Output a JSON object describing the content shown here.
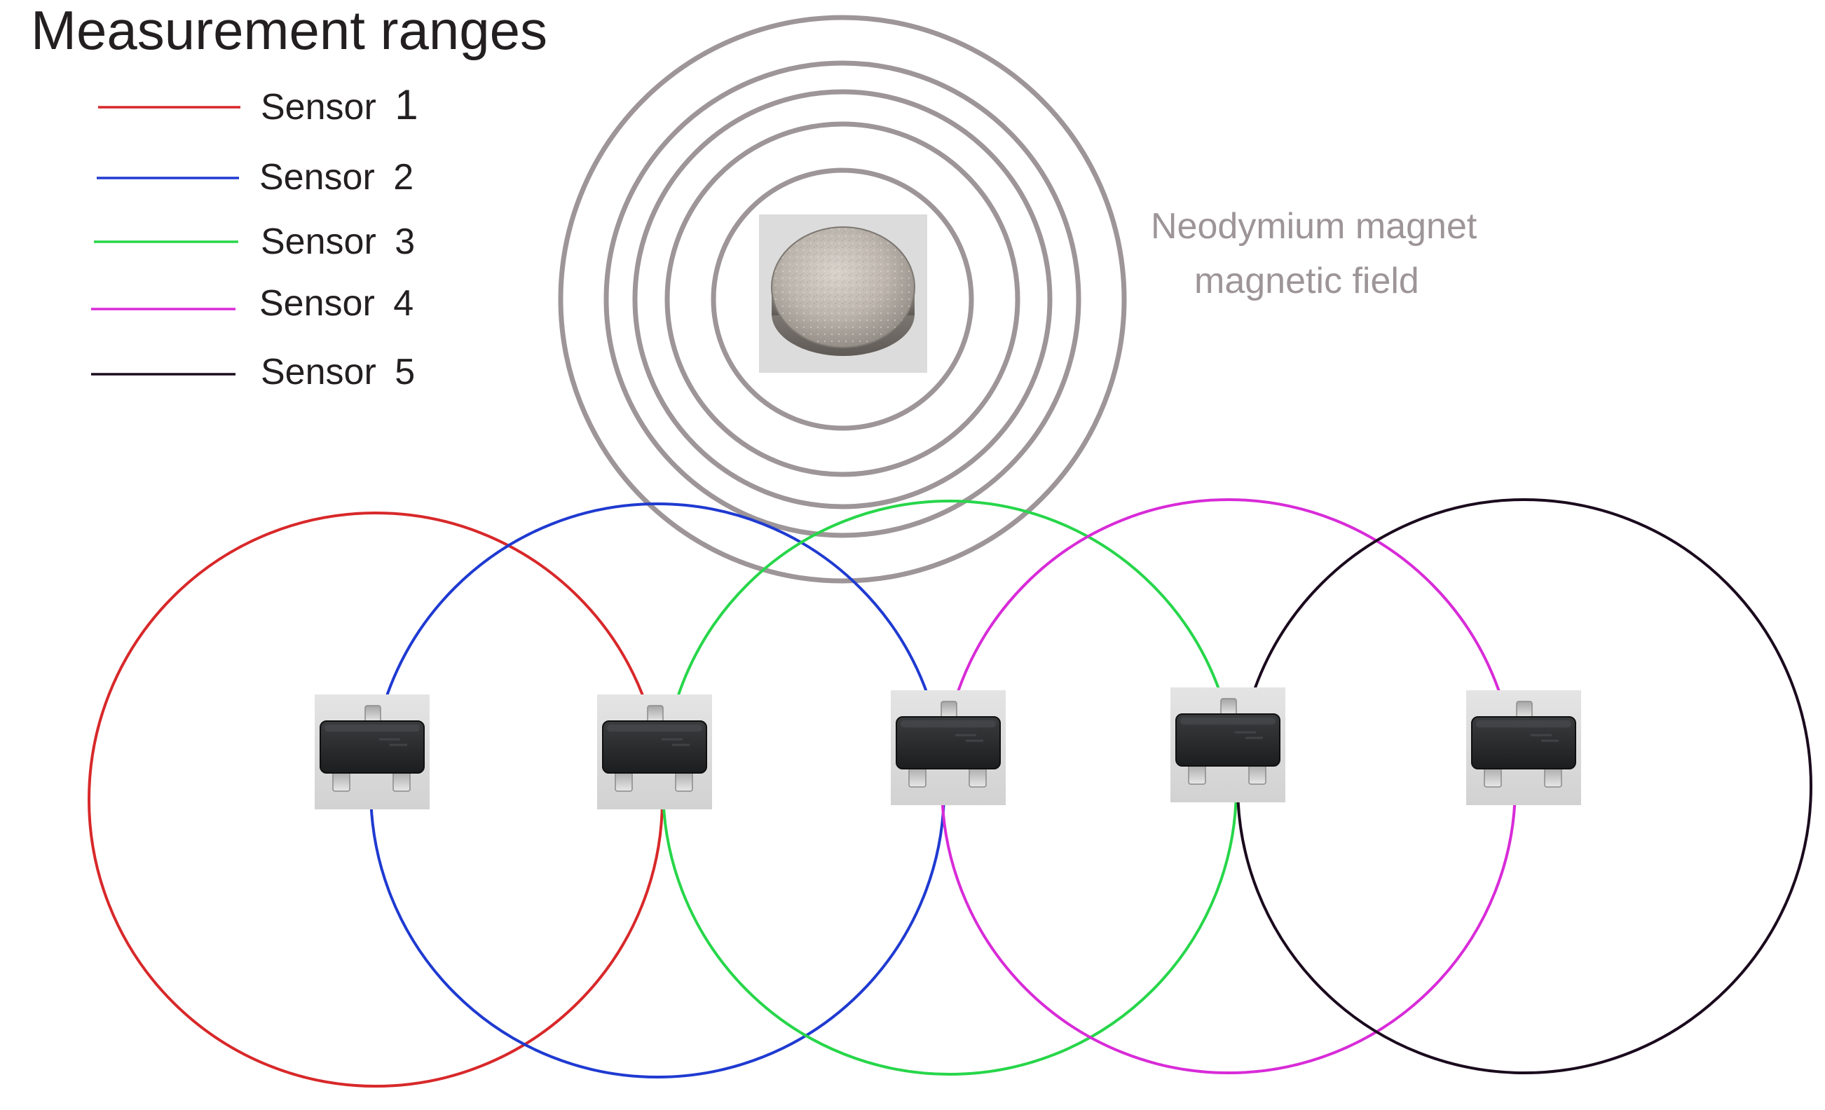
{
  "title": "Measurement ranges",
  "legend": [
    {
      "label": "Sensor",
      "number": "1",
      "color": "#d8282a"
    },
    {
      "label": "Sensor",
      "number": "2",
      "color": "#1f3ad1"
    },
    {
      "label": "Sensor",
      "number": "3",
      "color": "#27d64a"
    },
    {
      "label": "Sensor",
      "number": "4",
      "color": "#d82bd8"
    },
    {
      "label": "Sensor",
      "number": "5",
      "color": "#1b0a1e"
    }
  ],
  "magnet": {
    "label_line1": "Neodymium magnet",
    "label_line2": "magnetic field",
    "field_color": "#9d9597",
    "icon": "neodymium-magnet-icon"
  },
  "sensor_icon": "hall-sensor-chip-icon"
}
